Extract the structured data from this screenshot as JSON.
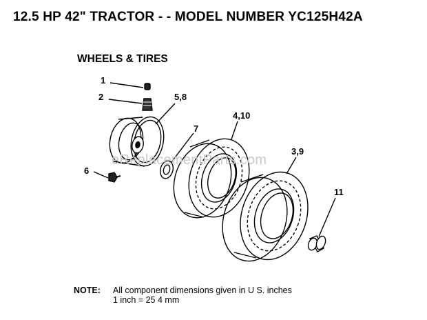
{
  "header": {
    "title": "12.5 HP 42\" TRACTOR - - MODEL NUMBER YC125H42A"
  },
  "section": {
    "title": "WHEELS & TIRES"
  },
  "callouts": [
    "1",
    "2",
    "5,8",
    "7",
    "4,10",
    "3,9",
    "6",
    "11"
  ],
  "note": {
    "label": "NOTE:",
    "line1": "All component dimensions given in U S. inches",
    "line2": "1 inch = 25 4 mm"
  },
  "watermark": "eReplacementParts.com"
}
